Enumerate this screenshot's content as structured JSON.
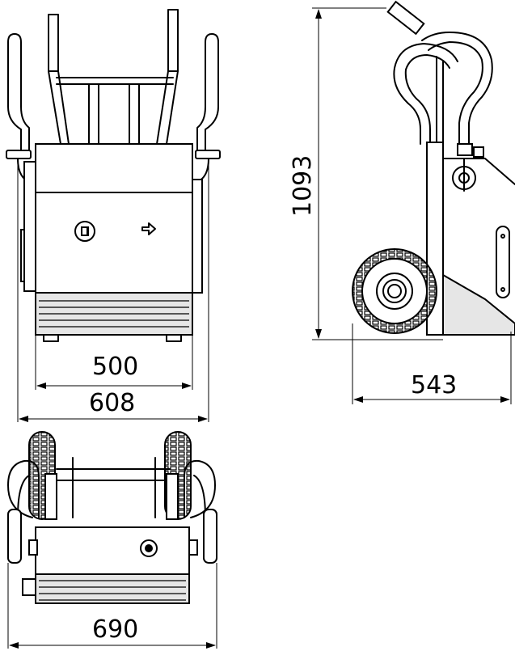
{
  "views": {
    "front": {
      "dim_inner": "500",
      "dim_outer": "608"
    },
    "side": {
      "dim_height": "1093",
      "dim_depth": "543"
    },
    "top": {
      "dim_width": "690"
    }
  },
  "colors": {
    "line": "#000000",
    "panel": "#e6e6e6",
    "background": "#ffffff"
  }
}
